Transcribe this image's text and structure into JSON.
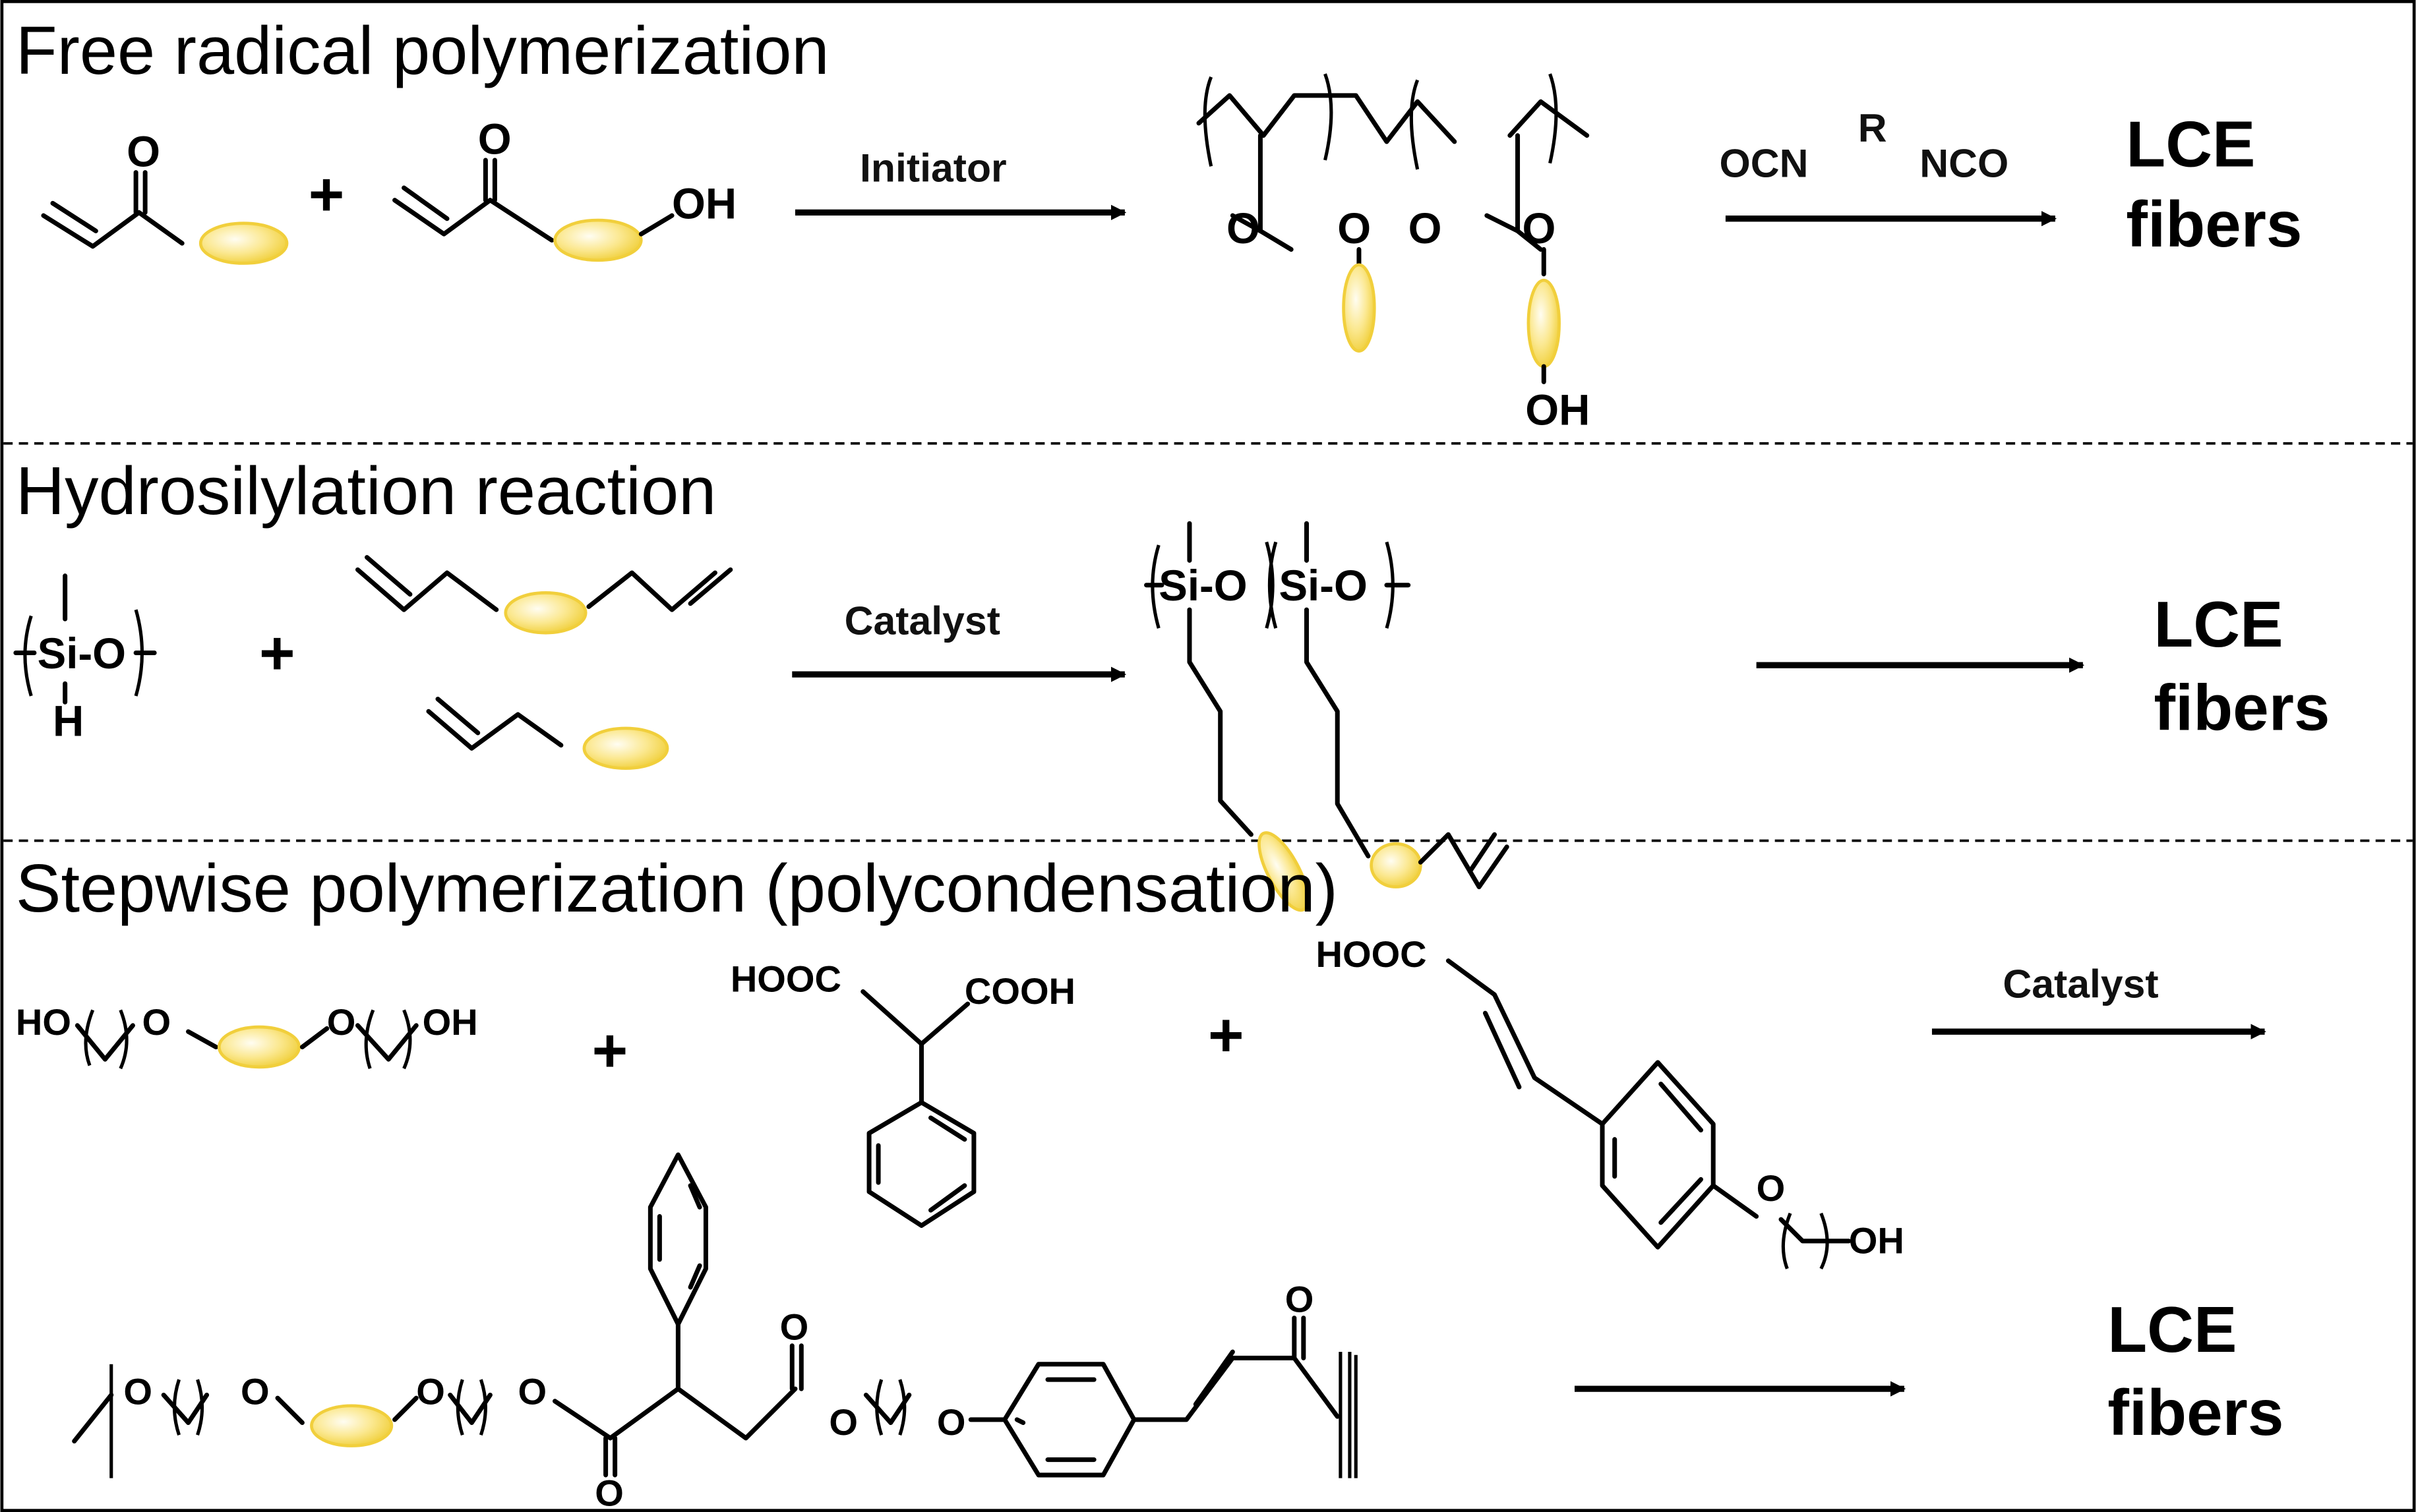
{
  "figure": {
    "sections": [
      {
        "title": "Free radical polymerization",
        "plus_sign": "+",
        "reactant_1": {
          "carbonyl_o": "O"
        },
        "reactant_2": {
          "carbonyl_o": "O",
          "hydroxyl": "OH"
        },
        "arrow_1_label": "Initiator",
        "polymer": {
          "o_labels": [
            "O",
            "O",
            "O",
            "O"
          ],
          "hydroxyl": "OH"
        },
        "crosslinker": {
          "left": "OCN",
          "middle": "R",
          "right": "NCO"
        },
        "product_line_1": "LCE",
        "product_line_2": "fibers"
      },
      {
        "title": "Hydrosilylation reaction",
        "plus_sign": "+",
        "siloxane": {
          "unit": "Si-O",
          "substituent": "H"
        },
        "arrow_1_label": "Catalyst",
        "polymer": {
          "unit_1": "Si-O",
          "unit_2": "Si-O"
        },
        "product_line_1": "LCE",
        "product_line_2": "fibers"
      },
      {
        "title": "Stepwise polymerization (polycondensation)",
        "plus_sign_1": "+",
        "plus_sign_2": "+",
        "diol": {
          "left": "HO",
          "o1": "O",
          "o2": "O",
          "right": "OH"
        },
        "diacid": {
          "left": "HOOC",
          "right": "COOH"
        },
        "cinnamic": {
          "acid": "HOOC",
          "ether_o": "O",
          "hydroxyl": "OH"
        },
        "arrow_1_label": "Catalyst",
        "polymer": {
          "o_labels": [
            "O",
            "O",
            "O",
            "O",
            "O",
            "O",
            "O",
            "O",
            "O"
          ]
        },
        "product_line_1": "LCE",
        "product_line_2": "fibers"
      }
    ],
    "colors": {
      "mesogen_fill": "#f7d84a",
      "mesogen_highlight": "#fffbe6",
      "line": "#000000"
    }
  }
}
